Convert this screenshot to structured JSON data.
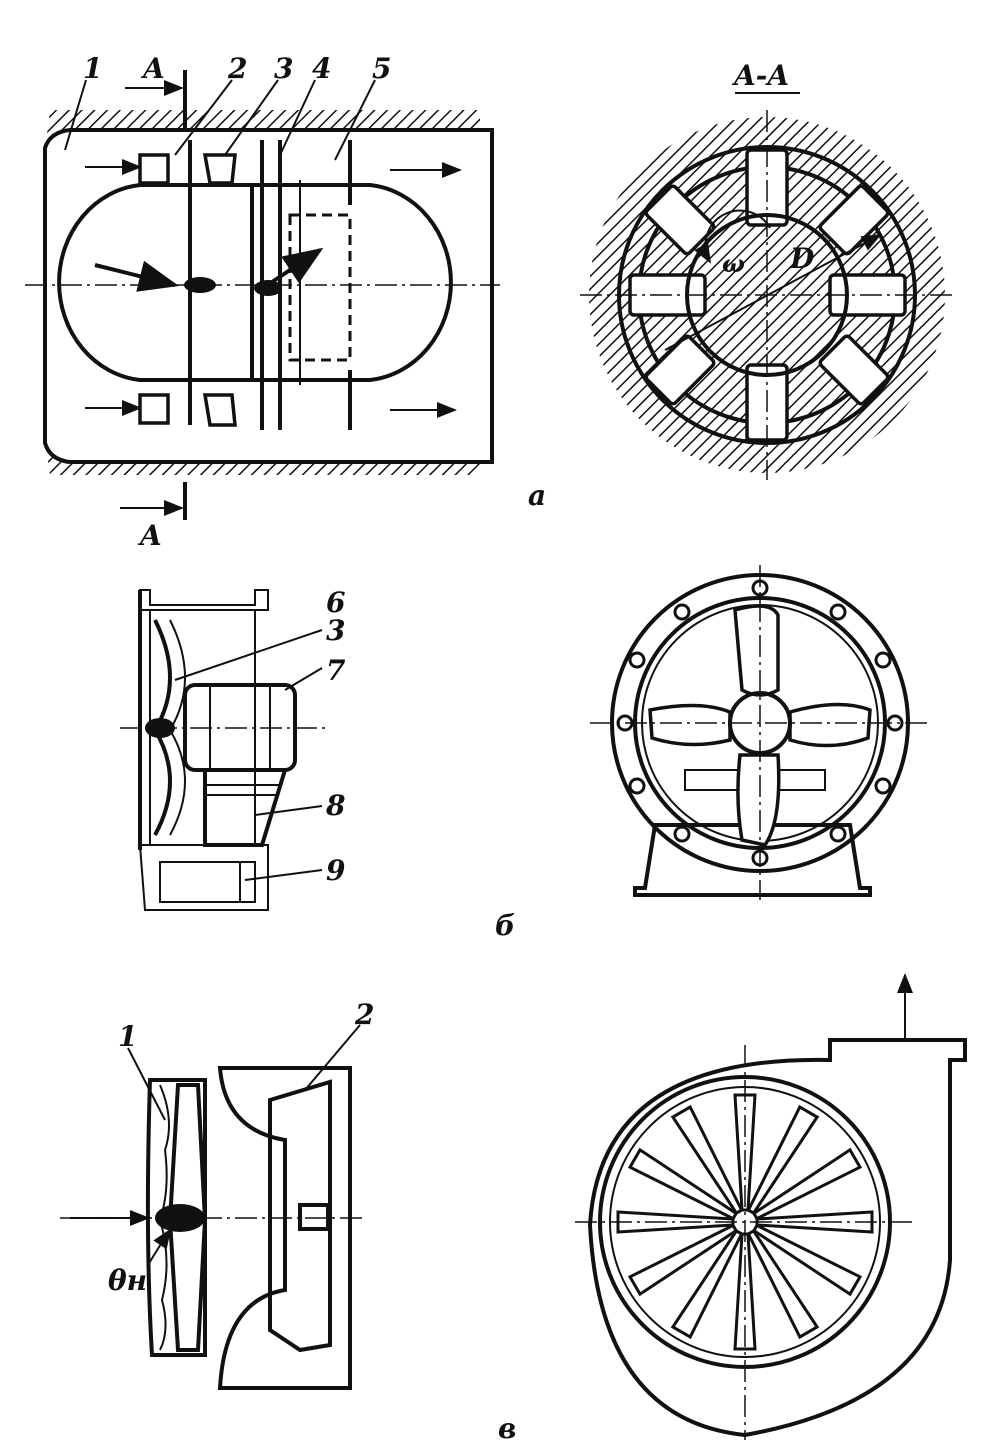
{
  "panel_a": {
    "callouts": [
      "1",
      "2",
      "3",
      "4",
      "5"
    ],
    "section_mark": "A",
    "section_title": "A-A",
    "diameter_label": "D",
    "omega_label": "ω",
    "panel_letter": "а"
  },
  "panel_b": {
    "callouts": [
      "6",
      "3",
      "7",
      "8",
      "9"
    ],
    "panel_letter": "б"
  },
  "panel_c": {
    "callouts": [
      "1",
      "2"
    ],
    "angle_label": "θн",
    "panel_letter": "в"
  }
}
